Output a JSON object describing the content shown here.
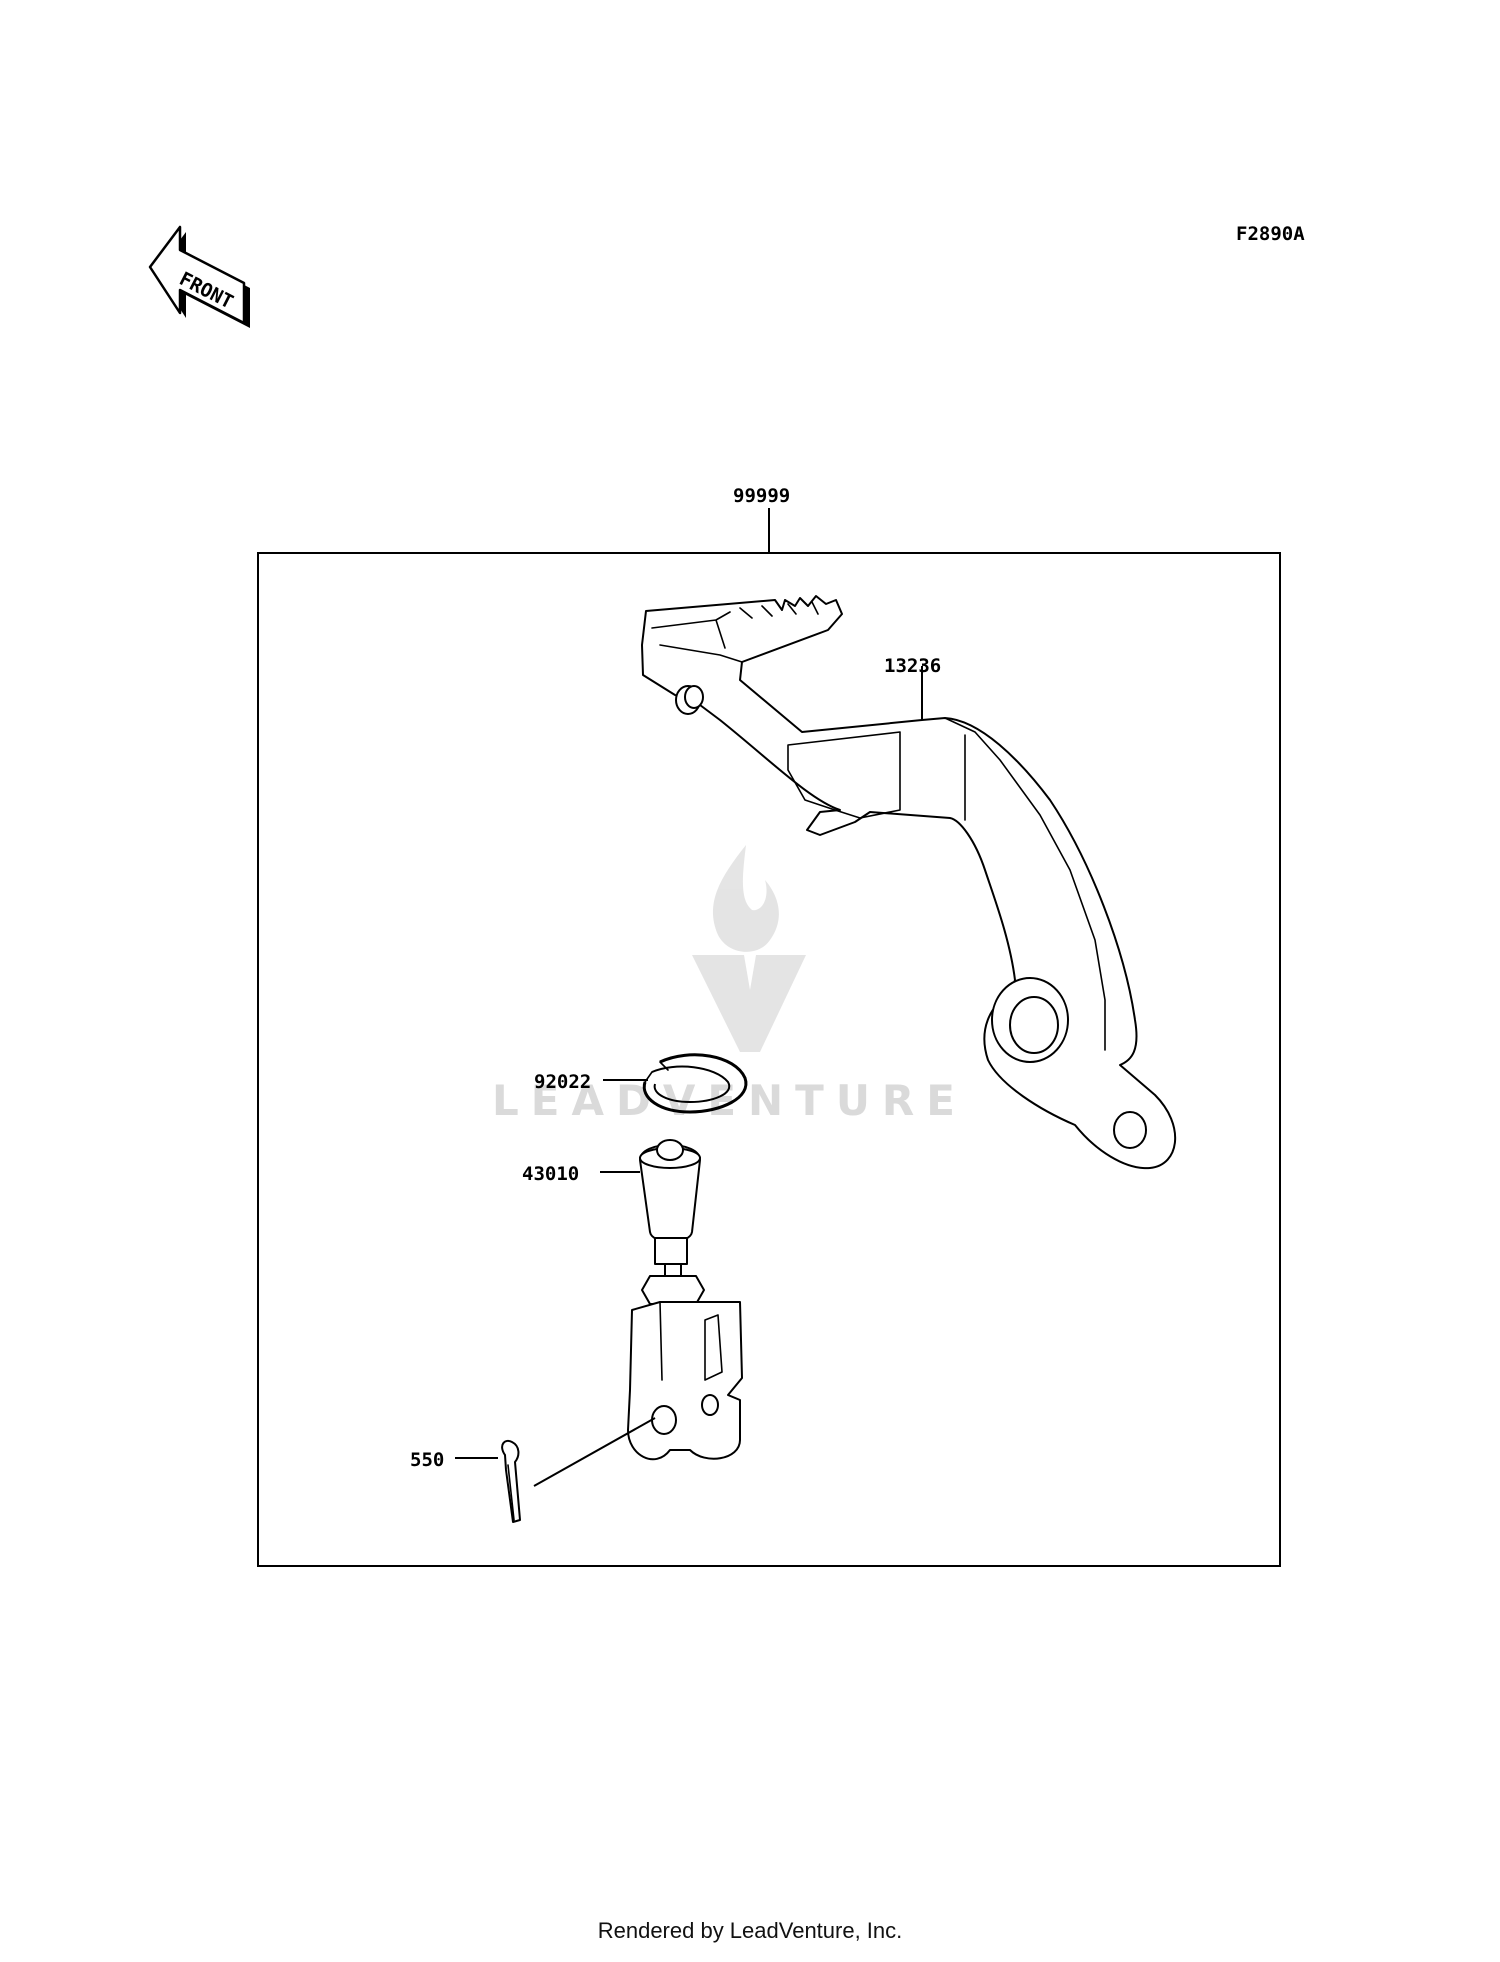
{
  "figure_code": "F2890A",
  "front_label": "FRONT",
  "assembly_callout": "99999",
  "parts": [
    {
      "callout": "13236",
      "icon": "brake-pedal-icon"
    },
    {
      "callout": "92022",
      "icon": "snap-ring-icon"
    },
    {
      "callout": "43010",
      "icon": "clevis-joint-icon"
    },
    {
      "callout": "550",
      "icon": "cotter-pin-icon"
    }
  ],
  "watermark": "LEADVENTURE",
  "footer": "Rendered by LeadVenture, Inc."
}
